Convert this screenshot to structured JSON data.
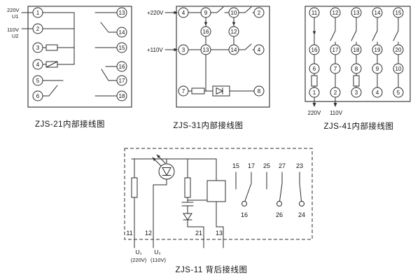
{
  "page": {
    "background": "#ffffff",
    "ink": "#2b2b2b"
  },
  "captions": {
    "zjs21": "ZJS-21内部接线图",
    "zjs31": "ZJS-31内部接线图",
    "zjs41": "ZJS-41内部接线图",
    "zjs11": "ZJS-11 背后接线图"
  },
  "zjs21": {
    "input_labels": {
      "v220": "220V",
      "u1": "U1",
      "v110": "110V",
      "u2": "U2"
    },
    "left_terminals": [
      "1",
      "2",
      "3",
      "4",
      "5",
      "6"
    ],
    "right_terminals": [
      "13",
      "14",
      "15",
      "16",
      "17",
      "18"
    ]
  },
  "zjs31": {
    "labels": {
      "p220": "+220V",
      "p110": "+110V"
    },
    "row1": [
      "4",
      "9",
      "10",
      "2"
    ],
    "row2": [
      "16",
      "12"
    ],
    "row3": [
      "3",
      "13",
      "14",
      "4"
    ],
    "row4": [
      "7",
      "8"
    ]
  },
  "zjs41": {
    "rows": [
      [
        "11",
        "12",
        "13",
        "14",
        "15"
      ],
      [
        "16",
        "17",
        "18",
        "19",
        "20"
      ],
      [
        "6",
        "7",
        "8",
        "9",
        "10"
      ],
      [
        "1",
        "2",
        "3",
        "4",
        "5"
      ]
    ],
    "labels": {
      "v220": "220V",
      "v110": "110V"
    }
  },
  "zjs11": {
    "top_terminals": [
      "15",
      "17",
      "25",
      "27",
      "23"
    ],
    "mid_terminals": [
      "16",
      "26",
      "24"
    ],
    "base_terminals": [
      "11",
      "12",
      "21",
      "13"
    ],
    "labels": {
      "u1": "U₁",
      "u2": "U₂",
      "v220": "(220V)",
      "v110": "(110V)"
    }
  }
}
